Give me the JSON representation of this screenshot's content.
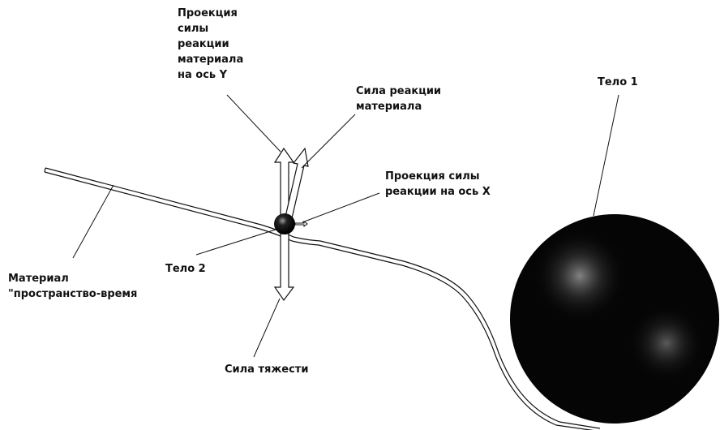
{
  "labels": {
    "projection_y": [
      "Проекция",
      "силы",
      "реакции",
      "материала",
      "на ось Y"
    ],
    "reaction_force": [
      "Сила реакции",
      "материала"
    ],
    "body1": "Тело 1",
    "projection_x": [
      "Проекция силы",
      "реакции на ось X"
    ],
    "body2": "Тело 2",
    "material": [
      "Материал",
      "\"пространство-время"
    ],
    "gravity": "Сила тяжести"
  },
  "colors": {
    "ink": "#111111",
    "body_dark": "#050505",
    "body_highlight": "#7a7a7a"
  }
}
